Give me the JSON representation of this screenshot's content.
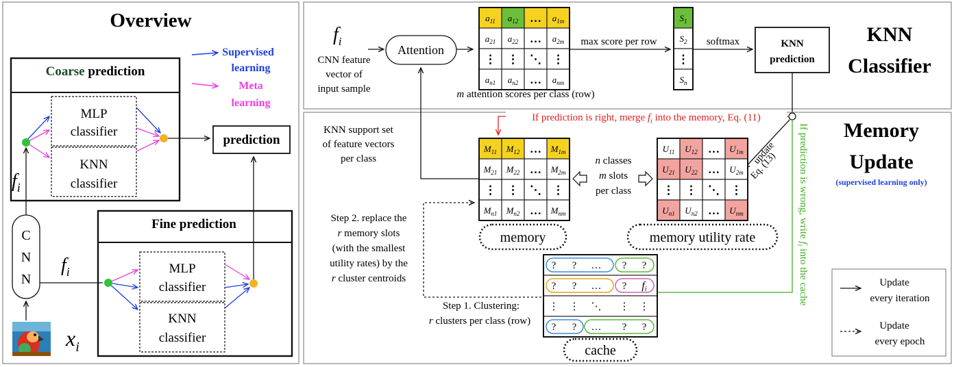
{
  "overview": {
    "title": "Overview",
    "legend_supervised": [
      "Supervised",
      "learning"
    ],
    "legend_meta": [
      "Meta",
      "learning"
    ],
    "coarse_title_prefix": "Coarse",
    "coarse_title_suffix": " prediction",
    "fine_title": "Fine prediction",
    "mlp_label": [
      "MLP",
      "classifier"
    ],
    "knn_label": [
      "KNN",
      "classifier"
    ],
    "prediction_label": "prediction",
    "cnn_letters": [
      "C",
      "N",
      "N"
    ],
    "feature_symbol": "f",
    "feature_sub": "i",
    "input_symbol": "x",
    "input_sub": "i"
  },
  "knn_panel": {
    "title": [
      "KNN",
      "Classifier"
    ],
    "feature_symbol": "f",
    "feature_sub": "i",
    "feature_desc": [
      "CNN feature",
      "vector of",
      "input sample"
    ],
    "attention_label": "Attention",
    "attention_caption_var": "m",
    "attention_caption": " attention scores per class (row)",
    "max_score_label": "max score per row",
    "softmax_label": "softmax",
    "knn_prediction_label": [
      "KNN",
      "prediction"
    ]
  },
  "memory_panel": {
    "title": [
      "Memory",
      "Update"
    ],
    "subtitle": "(supervised learning only)",
    "merge_note_a": "If prediction is right, merge ",
    "merge_note_f": "f",
    "merge_note_sub": "i",
    "merge_note_b": " into the memory, Eq. (11)",
    "support_set_note": [
      "KNN support set",
      "of feature vectors",
      "per class"
    ],
    "n_classes_note": [
      "n classes",
      "m slots",
      "per class"
    ],
    "update_note": [
      "update",
      "Eq. (13)"
    ],
    "memory_label": "memory",
    "utility_label": "memory utility rate",
    "cache_label": "cache",
    "step2_note": [
      "Step 2. replace the",
      "r memory slots",
      "(with the smallest",
      "utility rates) by the",
      "r cluster centroids"
    ],
    "step1_note": [
      "Step 1. Clustering:",
      "r clusters per class (row)"
    ],
    "wrong_note_a": "If prediction is wrong, write ",
    "wrong_note_f": "f",
    "wrong_note_sub": "i",
    "wrong_note_b": " into the cache",
    "legend_solid": [
      "Update",
      "every iteration"
    ],
    "legend_dashed": [
      "Update",
      "every epoch"
    ]
  },
  "cache_rows": [
    [
      "?",
      "?",
      "…",
      "?",
      "?"
    ],
    [
      "?",
      "?",
      "…",
      "?",
      "f"
    ],
    [
      "⋮",
      "⋮",
      "⋱",
      "⋮",
      "⋮"
    ],
    [
      "?",
      "?",
      "…",
      "?",
      "?"
    ]
  ],
  "colors": {
    "supervised": "#1f3fe0",
    "meta": "#ee3ee0",
    "coarse_word": "#1c4a2a",
    "merge_note": "#e02020",
    "wrong_note": "#3db020",
    "yellow_cell": "#f5d21f",
    "green_cell": "#6cbf3a",
    "pink_cell": "#f2a4a0",
    "node_green": "#33c33b",
    "node_orange": "#f3b224",
    "cache_blue": "#3a8de0",
    "cache_orange": "#e6a31c",
    "cache_pink": "#d85fb6",
    "cache_green": "#59b93a"
  }
}
